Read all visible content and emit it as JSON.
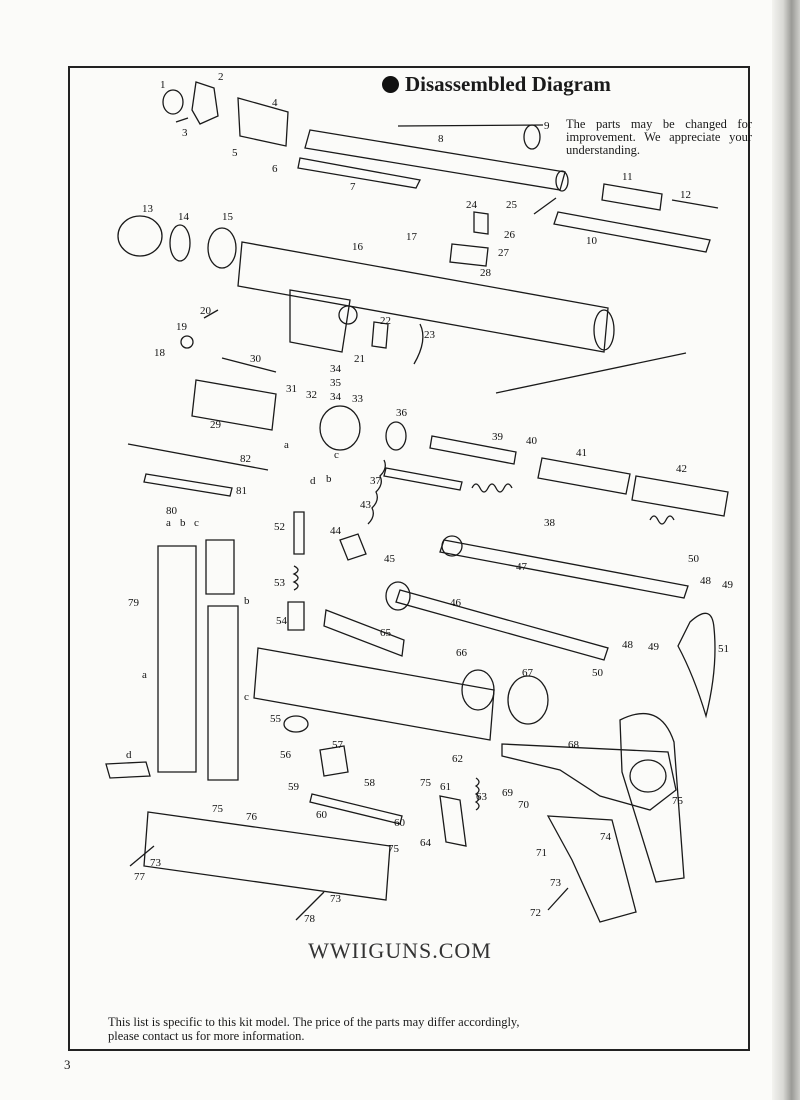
{
  "title": "Disassembled Diagram",
  "note": "The parts may be changed for improvement. We appreciate your understanding.",
  "watermark": "WWIIGUNS.COM",
  "footer": "This list is specific to this kit model. The price of the parts may differ accordingly, please contact us for more information.",
  "page_number": "3",
  "callouts": [
    "1",
    "2",
    "3",
    "4",
    "5",
    "6",
    "7",
    "8",
    "9",
    "10",
    "11",
    "12",
    "13",
    "14",
    "15",
    "16",
    "17",
    "18",
    "19",
    "20",
    "21",
    "22",
    "23",
    "24",
    "25",
    "26",
    "27",
    "28",
    "29",
    "30",
    "31",
    "32",
    "33",
    "34",
    "35",
    "34",
    "36",
    "37",
    "38",
    "39",
    "40",
    "41",
    "42",
    "43",
    "44",
    "45",
    "46",
    "47",
    "48",
    "49",
    "50",
    "48",
    "49",
    "50",
    "51",
    "52",
    "53",
    "54",
    "55",
    "56",
    "57",
    "58",
    "59",
    "60",
    "60",
    "61",
    "62",
    "63",
    "64",
    "65",
    "66",
    "67",
    "68",
    "69",
    "70",
    "71",
    "72",
    "73",
    "73",
    "73",
    "74",
    "75",
    "75",
    "75",
    "75",
    "76",
    "77",
    "78",
    "79",
    "80",
    "81",
    "82",
    "a",
    "b",
    "c",
    "a",
    "b",
    "c",
    "d",
    "a",
    "b",
    "c",
    "d"
  ]
}
